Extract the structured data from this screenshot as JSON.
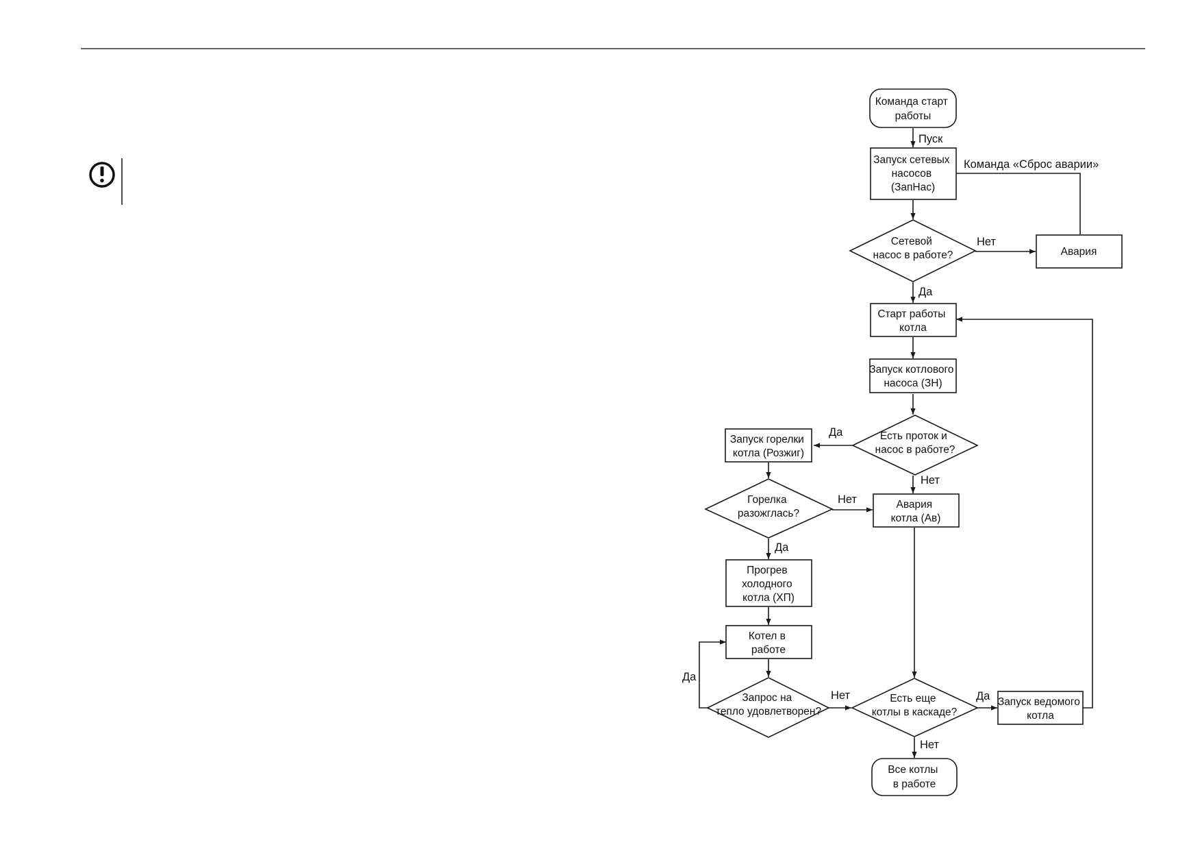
{
  "page": {
    "rule_color": "#333333",
    "notice_icon": "exclamation-circle-icon"
  },
  "flowchart": {
    "nodes": {
      "start": [
        "Команда старт",
        "работы"
      ],
      "start_net_pumps": [
        "Запуск сетевых",
        "насосов",
        "(ЗапНас)"
      ],
      "net_pump_check": [
        "Сетевой",
        "насос в работе?"
      ],
      "alarm": [
        "Авария"
      ],
      "boiler_start": [
        "Старт работы",
        "котла"
      ],
      "boiler_pump_start": [
        "Запуск котлового",
        "насоса (ЗН)"
      ],
      "flow_check": [
        "Есть проток и",
        "насос в работе?"
      ],
      "burner_start": [
        "Запуск горелки",
        "котла (Розжиг)"
      ],
      "ignition_check": [
        "Горелка",
        "разожглась?"
      ],
      "boiler_alarm": [
        "Авария",
        "котла (Ав)"
      ],
      "cold_warmup": [
        "Прогрев",
        "холодного",
        "котла (ХП)"
      ],
      "boiler_running": [
        "Котел в",
        "работе"
      ],
      "heat_check": [
        "Запрос на",
        "тепло удовлетворен?"
      ],
      "cascade_check": [
        "Есть еще",
        "котлы в каскаде?"
      ],
      "slave_start": [
        "Запуск ведомого",
        "котла"
      ],
      "all_running": [
        "Все котлы",
        "в работе"
      ]
    },
    "edge_labels": {
      "start_go": "Пуск",
      "reset_alarm": "Команда «Сброс аварии»",
      "pump_no": "Нет",
      "pump_yes": "Да",
      "flow_yes": "Да",
      "flow_no": "Нет",
      "ignition_no": "Нет",
      "ignition_yes": "Да",
      "heat_yes": "Да",
      "heat_no": "Нет",
      "cascade_yes": "Да",
      "cascade_no": "Нет"
    }
  }
}
